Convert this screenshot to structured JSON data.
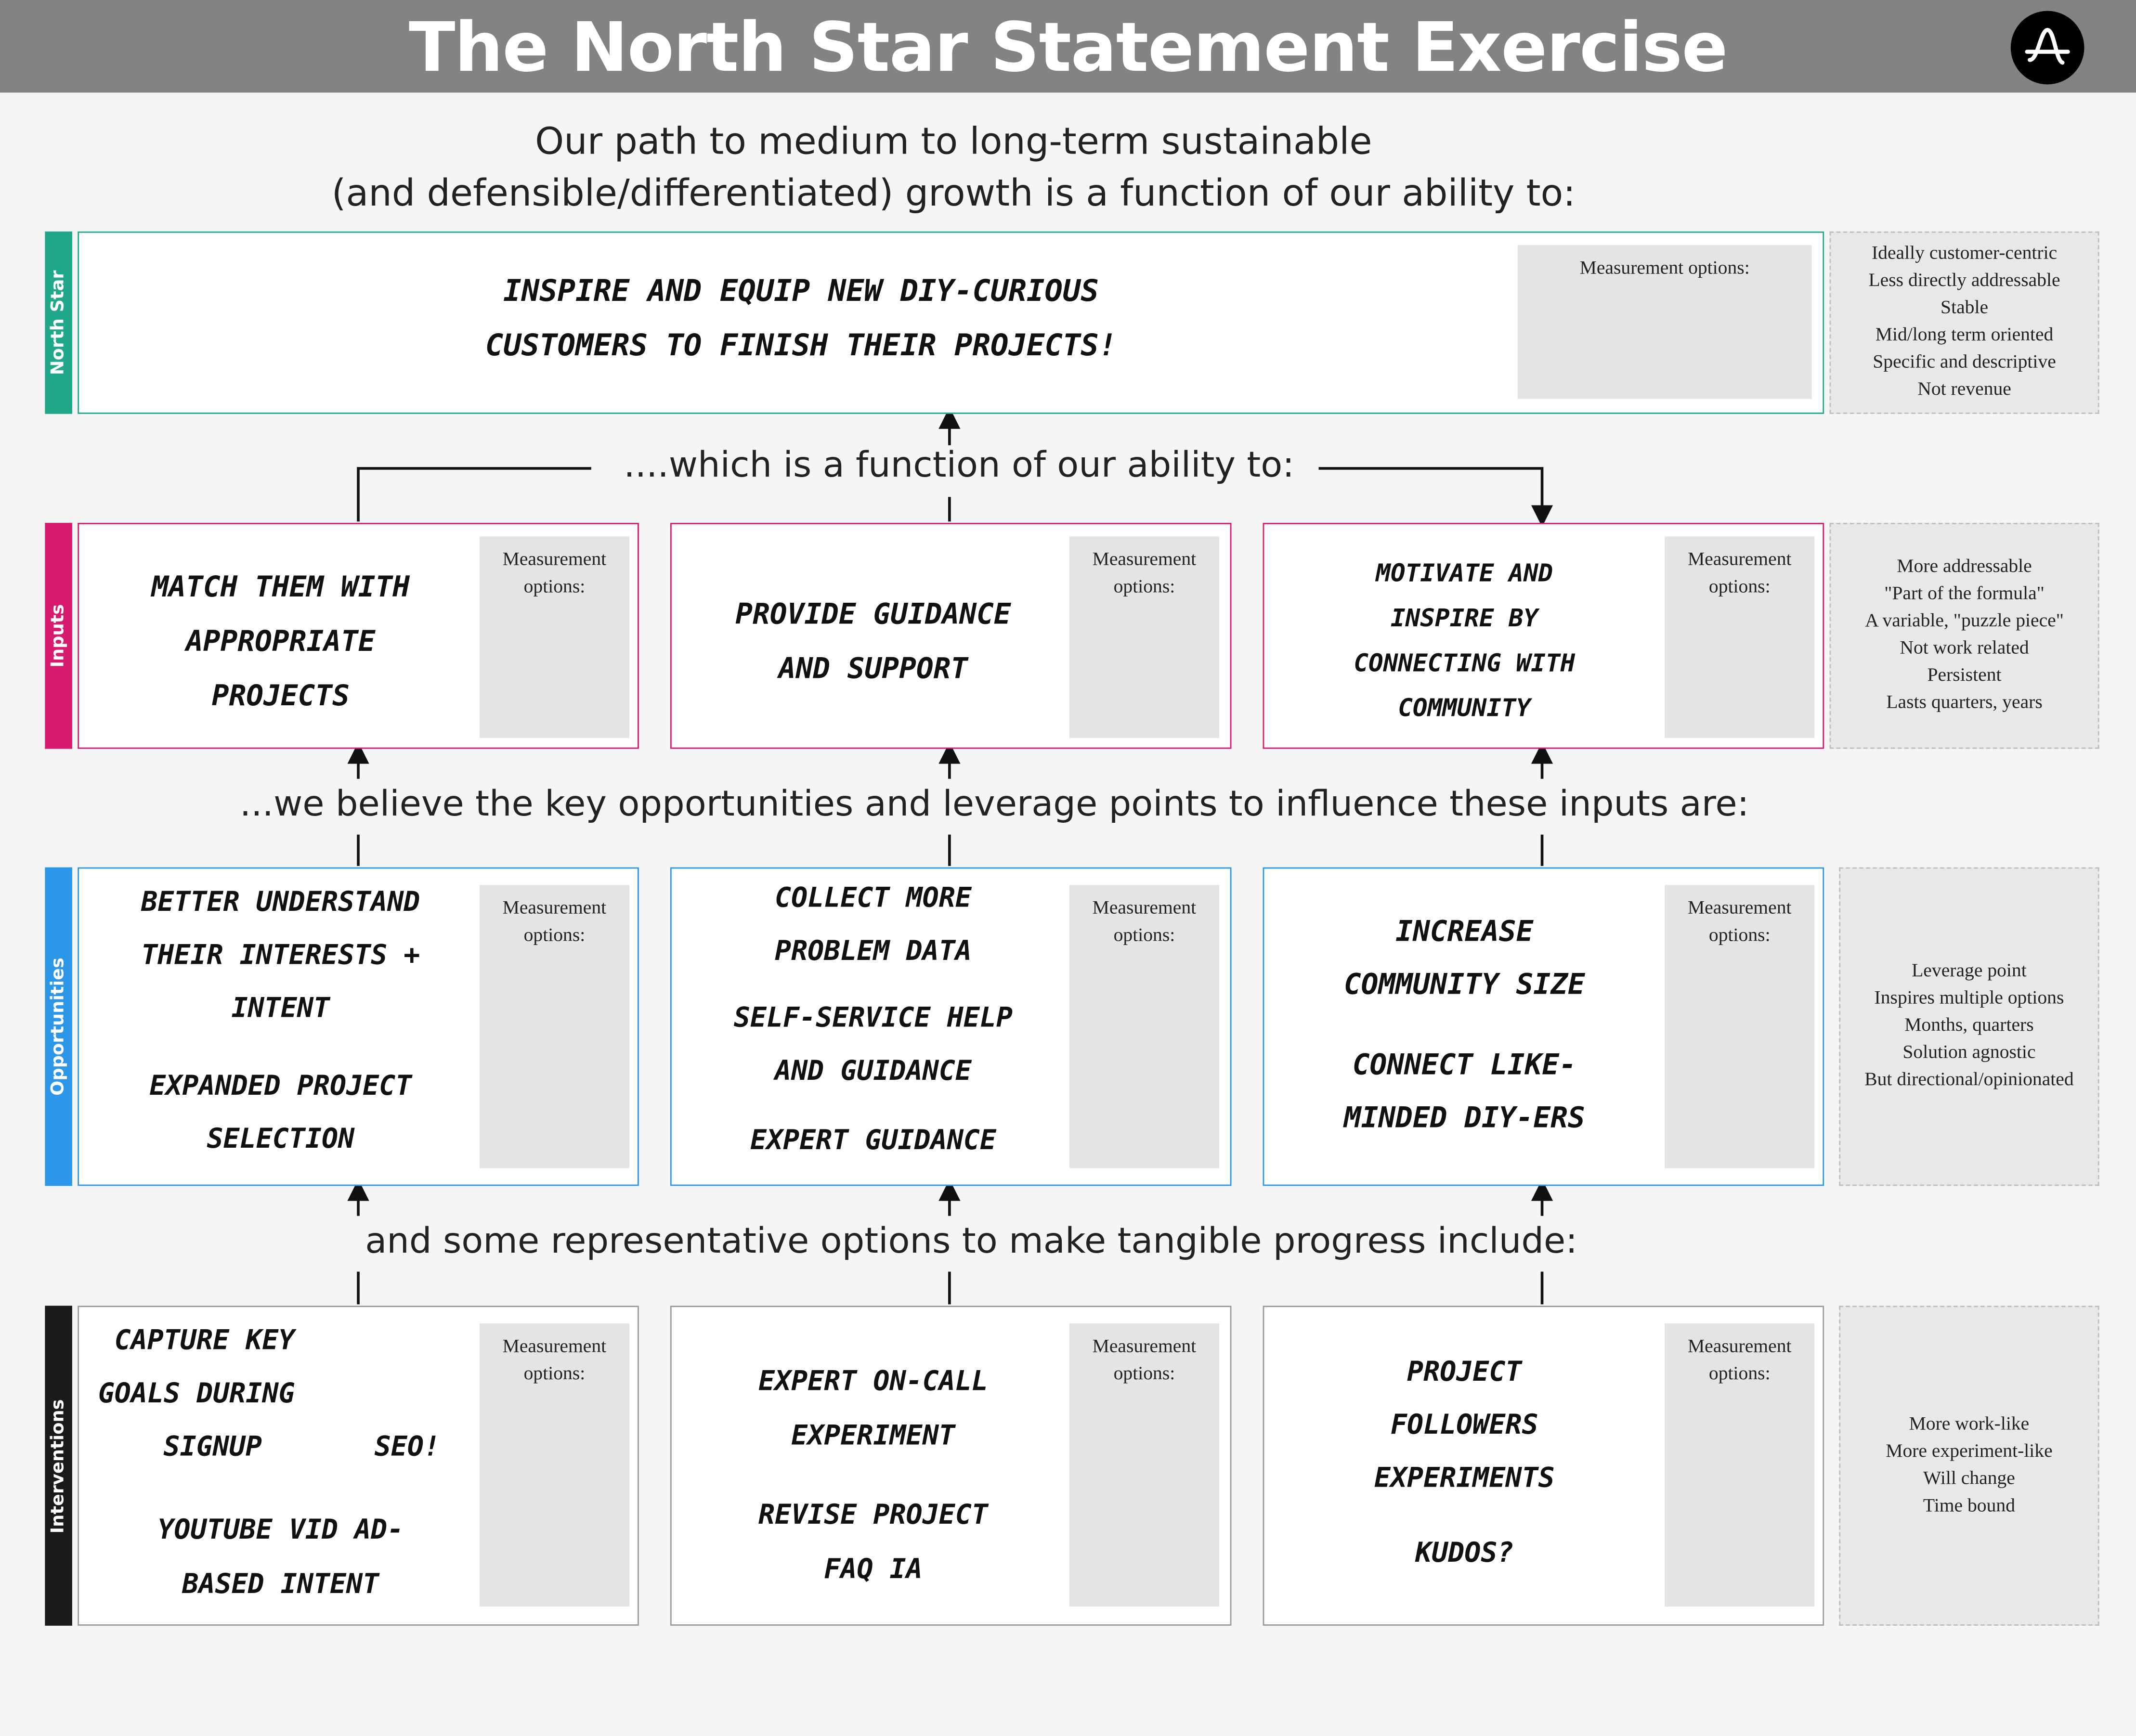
{
  "title": "The North Star Statement Exercise",
  "logo_icon": "amplitude-logo-icon",
  "intro": {
    "line1": "Our path to medium to long-term sustainable",
    "line2": "(and defensible/differentiated) growth is a function of our ability to:"
  },
  "connectors": {
    "c1": "....which is a function of our ability  to:",
    "c2": "...we believe the key opportunities and leverage points to influence these inputs are:",
    "c3": "and some representative options to make tangible progress include:"
  },
  "measurement_label": {
    "wide": "Measurement options:",
    "line1": "Measurement",
    "line2": "options:"
  },
  "colors": {
    "north_star": "#1fa88a",
    "inputs": "#d81b6f",
    "opportunities": "#2c96e8",
    "interventions": "#1a1a1a",
    "title_bar": "#838383"
  },
  "rows": {
    "north_star": {
      "label": "North Star",
      "text": [
        "Inspire and equip new DIY-curious",
        "customers to finish their projects!"
      ],
      "notes": [
        "Ideally customer-centric",
        "Less directly addressable",
        "Stable",
        "Mid/long term oriented",
        "Specific and descriptive",
        "Not revenue"
      ]
    },
    "inputs": {
      "label": "Inputs",
      "cards": [
        [
          "Match them with",
          "appropriate",
          "projects"
        ],
        [
          "Provide guidance",
          "and support"
        ],
        [
          "Motivate and",
          "inspire by",
          "connecting with",
          "community"
        ]
      ],
      "notes": [
        "More addressable",
        "\"Part of the formula\"",
        "A variable, \"puzzle piece\"",
        "Not work related",
        "Persistent",
        "Lasts quarters, years"
      ]
    },
    "opportunities": {
      "label": "Opportunities",
      "cards": [
        [
          "Better understand",
          "their interests +",
          "intent",
          "",
          "Expanded project",
          "selection"
        ],
        [
          "Collect more",
          "problem data",
          "",
          "Self-service help",
          "and guidance",
          "",
          "Expert guidance"
        ],
        [
          "Increase",
          "community size",
          "",
          "Connect like-",
          "minded DIY-ers"
        ]
      ],
      "notes": [
        "Leverage point",
        "Inspires multiple options",
        "Months, quarters",
        "Solution agnostic",
        "But directional/opinionated"
      ]
    },
    "interventions": {
      "label": "Interventions",
      "cards": [
        [
          "Capture key",
          "goals during",
          "signup",
          "",
          "YouTube vid ad-",
          "based intent"
        ],
        [
          "Expert on-call",
          "experiment",
          "",
          "Revise project",
          "FAQ IA"
        ],
        [
          "Project",
          "followers",
          "experiments",
          "",
          "Kudos?"
        ]
      ],
      "card1_extra": "SEO!",
      "notes": [
        "More work-like",
        "More experiment-like",
        "Will change",
        "Time bound"
      ]
    }
  }
}
